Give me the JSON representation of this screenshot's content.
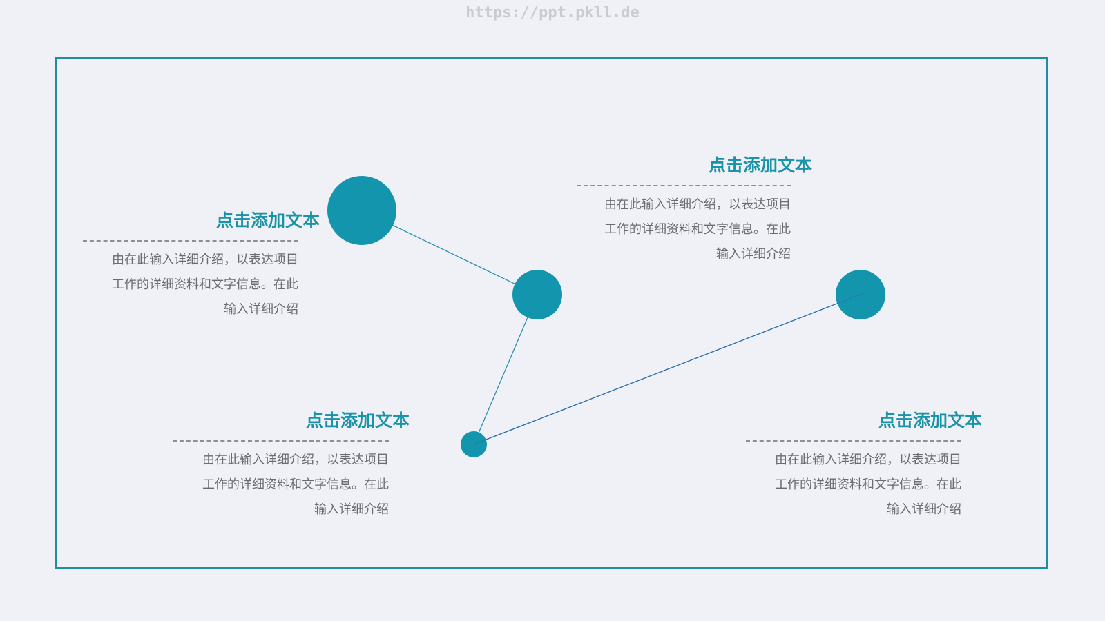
{
  "watermark": "https://ppt.pkll.de",
  "colors": {
    "accent": "#1A93A8",
    "circle": "#1495AE",
    "frame": "#1F8FA0",
    "line": "#2B8DB0",
    "background": "#F0F1F6",
    "body_text": "#6B6C70"
  },
  "blocks": [
    {
      "title": "点击添加文本",
      "lines": [
        "由在此输入详细介绍，以表达项目",
        "工作的详细资料和文字信息。在此",
        "输入详细介绍"
      ]
    },
    {
      "title": "点击添加文本",
      "lines": [
        "由在此输入详细介绍，以表达项目",
        "工作的详细资料和文字信息。在此",
        "输入详细介绍"
      ]
    },
    {
      "title": "点击添加文本",
      "lines": [
        "由在此输入详细介绍，以表达项目",
        "工作的详细资料和文字信息。在此",
        "输入详细介绍"
      ]
    },
    {
      "title": "点击添加文本",
      "lines": [
        "由在此输入详细介绍，以表达项目",
        "工作的详细资料和文字信息。在此",
        "输入详细介绍"
      ]
    }
  ]
}
